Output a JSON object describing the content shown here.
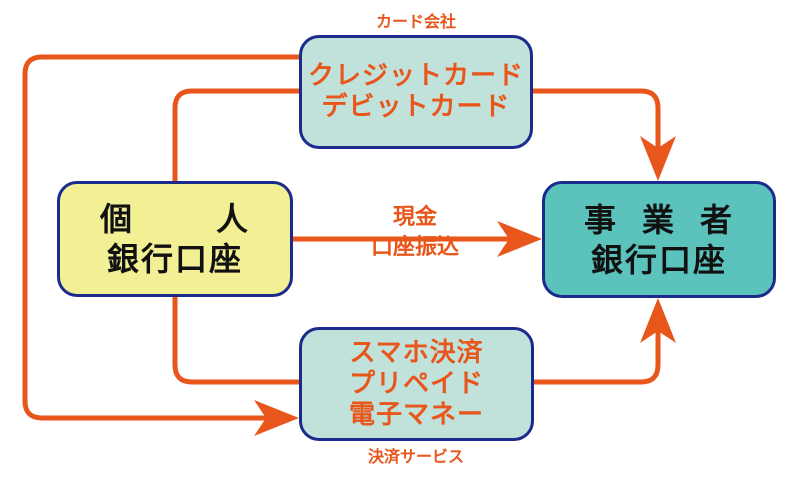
{
  "colors": {
    "arrow": "#e8561b",
    "box_border": "#1a2b8c",
    "service_box_fill": "#c0e2da",
    "individual_box_fill": "#f2ef95",
    "business_box_fill": "#5cc2bc",
    "service_text": "#e8561b",
    "account_text": "#111111"
  },
  "nodes": {
    "card": {
      "caption": "カード会社",
      "lines": [
        "クレジットカード",
        "デビットカード"
      ]
    },
    "individual": {
      "title_chars": [
        "個",
        "人"
      ],
      "subtitle": "銀行口座"
    },
    "business": {
      "title_chars": [
        "事",
        "業",
        "者"
      ],
      "subtitle": "銀行口座"
    },
    "payment": {
      "caption": "決済サービス",
      "lines": [
        "スマホ決済",
        "プリペイド",
        "電子マネー"
      ]
    }
  },
  "edges": {
    "direct": {
      "from": "individual",
      "to": "business",
      "label_lines": [
        "現金",
        "口座振込"
      ]
    },
    "via_card": {
      "from": "individual",
      "through": "card",
      "to": "business"
    },
    "via_payment": {
      "from": "individual",
      "through": "payment",
      "to": "business"
    },
    "outer_loop": {
      "from": "card",
      "to": "payment"
    }
  }
}
